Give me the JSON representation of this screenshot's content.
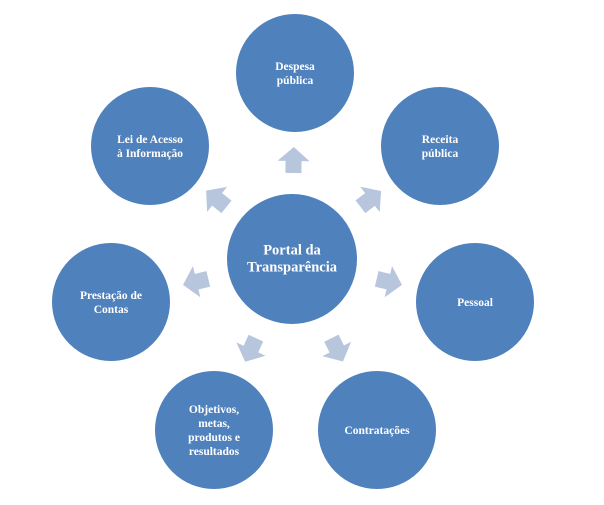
{
  "colors": {
    "node_fill": "#4f81bd",
    "arrow_fill": "#b7c6dd"
  },
  "center": {
    "lines": [
      "Portal da",
      "Transparência"
    ]
  },
  "nodes": [
    {
      "id": "despesa-publica",
      "lines": [
        "Despesa",
        "pública"
      ]
    },
    {
      "id": "receita-publica",
      "lines": [
        "Receita",
        "pública"
      ]
    },
    {
      "id": "pessoal",
      "lines": [
        "Pessoal"
      ]
    },
    {
      "id": "contratacoes",
      "lines": [
        "Contratações"
      ]
    },
    {
      "id": "objetivos-metas",
      "lines": [
        "Objetivos,",
        "metas,",
        "produtos e",
        "resultados"
      ]
    },
    {
      "id": "prestacao-de-contas",
      "lines": [
        "Prestação de",
        "Contas"
      ]
    },
    {
      "id": "lei-de-acesso",
      "lines": [
        "Lei de Acesso",
        "à Informação"
      ]
    }
  ]
}
